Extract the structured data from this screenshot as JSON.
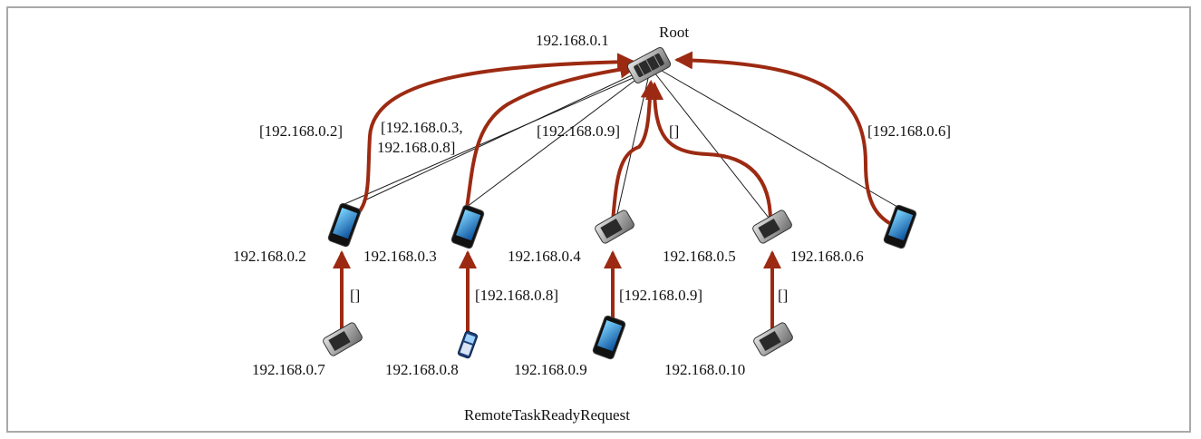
{
  "diagram": {
    "caption": "RemoteTaskReadyRequest",
    "root": {
      "title": "Root",
      "ip": "192.168.0.1"
    },
    "middle_nodes": [
      {
        "ip": "192.168.0.2",
        "device": "smartphone-color"
      },
      {
        "ip": "192.168.0.3",
        "device": "smartphone-color"
      },
      {
        "ip": "192.168.0.4",
        "device": "smartphone-gray"
      },
      {
        "ip": "192.168.0.5",
        "device": "smartphone-gray"
      },
      {
        "ip": "192.168.0.6",
        "device": "smartphone-color"
      }
    ],
    "leaf_nodes": [
      {
        "ip": "192.168.0.7",
        "device": "smartphone-gray"
      },
      {
        "ip": "192.168.0.8",
        "device": "feature-phone"
      },
      {
        "ip": "192.168.0.9",
        "device": "smartphone-color"
      },
      {
        "ip": "192.168.0.10",
        "device": "smartphone-gray"
      }
    ],
    "upper_edge_labels": {
      "from_2": "[192.168.0.2]",
      "from_3_line1": "[192.168.0.3,",
      "from_3_line2": "192.168.0.8]",
      "from_4": "[192.168.0.9]",
      "from_5": "[]",
      "from_6": "[192.168.0.6]"
    },
    "lower_edge_labels": {
      "from_7": "[]",
      "from_8": "[192.168.0.8]",
      "from_9": "[192.168.0.9]",
      "from_10": "[]"
    },
    "colors": {
      "arrow": "#9c2a12",
      "link": "#1a1a1a"
    }
  }
}
